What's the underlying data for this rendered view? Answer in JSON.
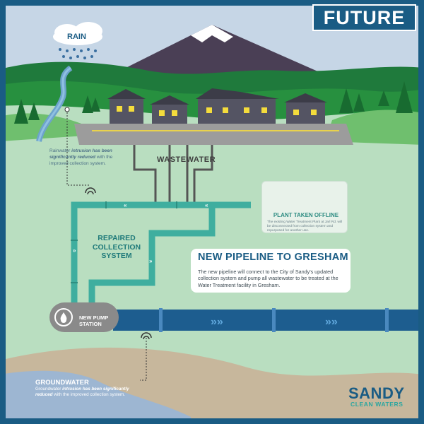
{
  "banner": {
    "label": "FUTURE"
  },
  "rain": {
    "label": "RAIN"
  },
  "wastewater": {
    "label": "WASTEWATER"
  },
  "rainwater_note": {
    "prefix": "Rainwater ",
    "emphasis": "intrusion has been significantly reduced",
    "suffix": " with the improved collection system."
  },
  "repaired_system": {
    "label": "REPAIRED COLLECTION SYSTEM"
  },
  "plant": {
    "title": "PLANT TAKEN OFFLINE",
    "description": "The existing Water Treatment Plant at Jarl Rd. will be disconnected from collection system and repurposed for another use."
  },
  "pipeline": {
    "title": "NEW PIPELINE TO GRESHAM",
    "description": "The new pipeline will connect to the City of Sandy's updated collection system and pump all wastewater to be treated at the Water Treatment facility in Gresham."
  },
  "pump_station": {
    "label": "NEW PUMP STATION"
  },
  "groundwater": {
    "title": "GROUNDWATER",
    "prefix": "Groundwater ",
    "emphasis": "intrusion has been significantly reduced",
    "suffix": " with the improved collection system."
  },
  "logo": {
    "line1": "SANDY",
    "line2": "CLEAN WATERS"
  },
  "colors": {
    "border": "#1a5c84",
    "sky": "#c6d6e6",
    "ground": "#b9dec0",
    "pipe_teal": "#3fae9f",
    "main_pipe": "#1d5d8f",
    "soil": "#c7b79c",
    "groundwater": "#9db6d2"
  }
}
